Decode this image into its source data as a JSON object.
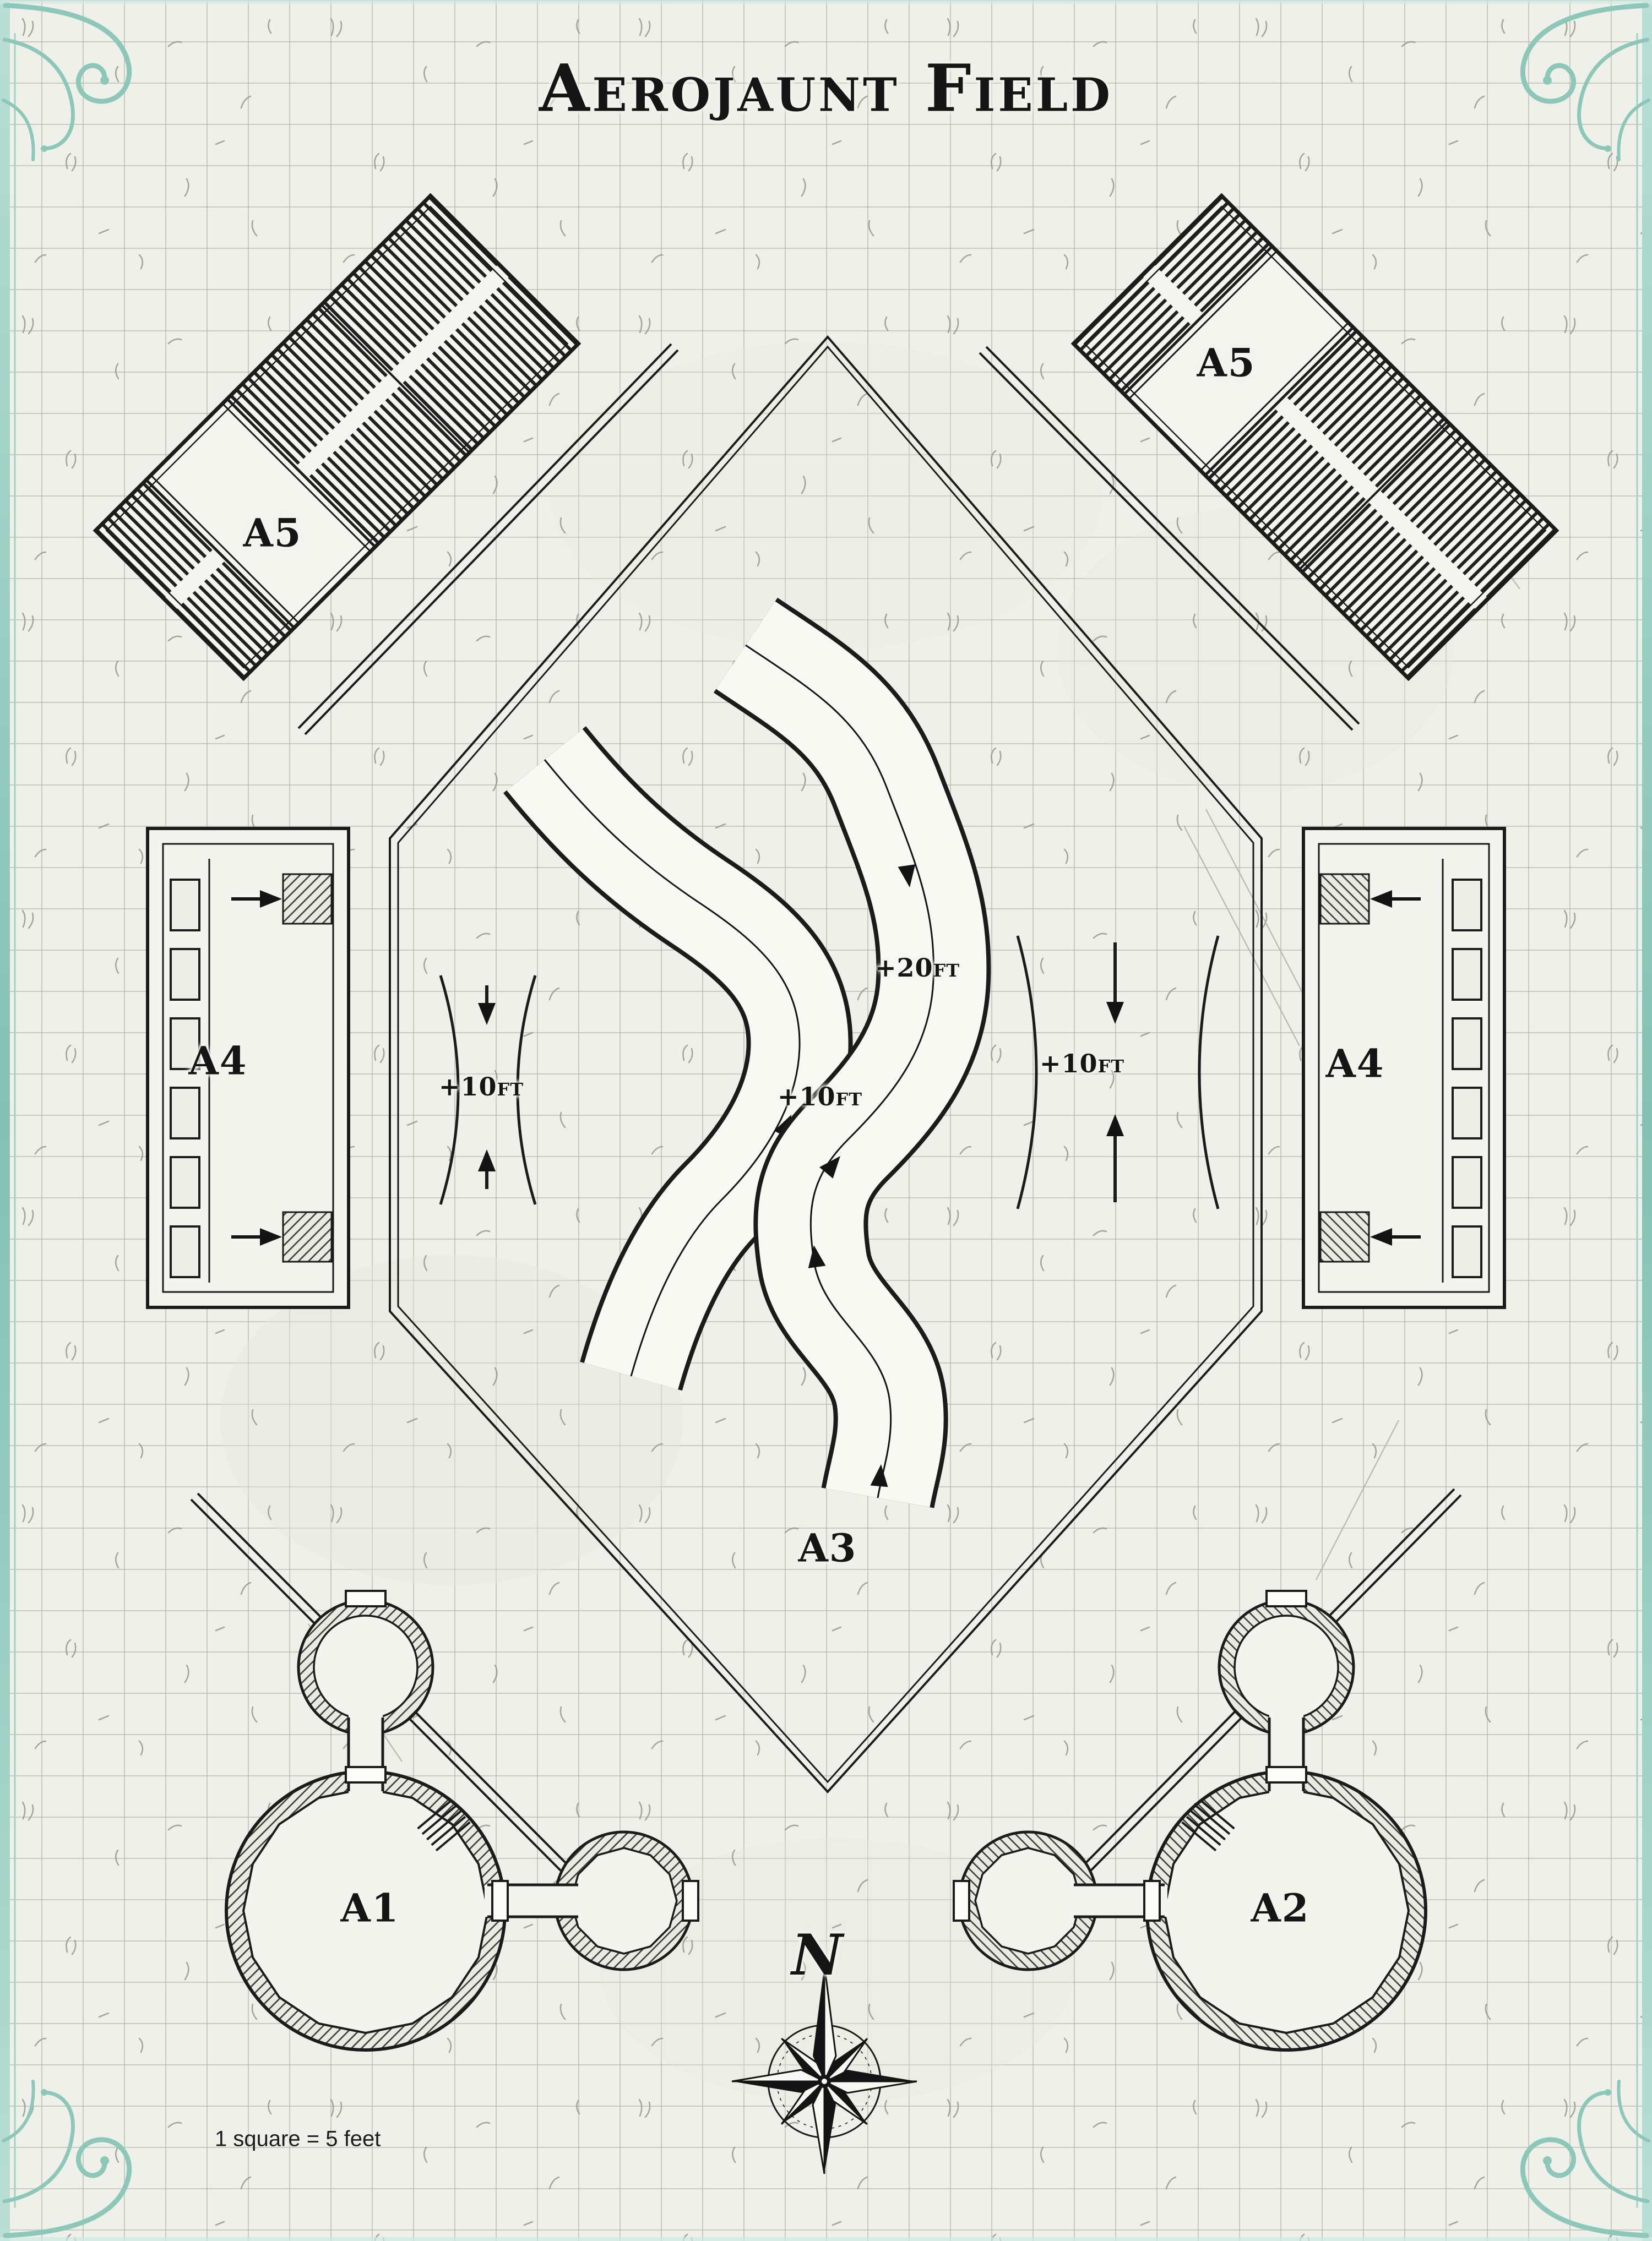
{
  "map": {
    "title": "Aerojaunt Field",
    "scale_note": "1 square = 5 feet",
    "compass": {
      "north": "N"
    },
    "areas": {
      "a1": "A1",
      "a2": "A2",
      "a3": "A3",
      "a4_left": "A4",
      "a4_right": "A4",
      "a5_left": "A5",
      "a5_right": "A5"
    },
    "elevations": {
      "center_plus20": "+20ft",
      "center_plus10": "+10ft",
      "left_plus10": "+10ft",
      "right_plus10": "+10ft"
    },
    "colors": {
      "paper": "#eff0e9",
      "grid_line": "#ccd3c7",
      "ink": "#1b1b1b",
      "border_teal": "#8cc7ba"
    }
  }
}
